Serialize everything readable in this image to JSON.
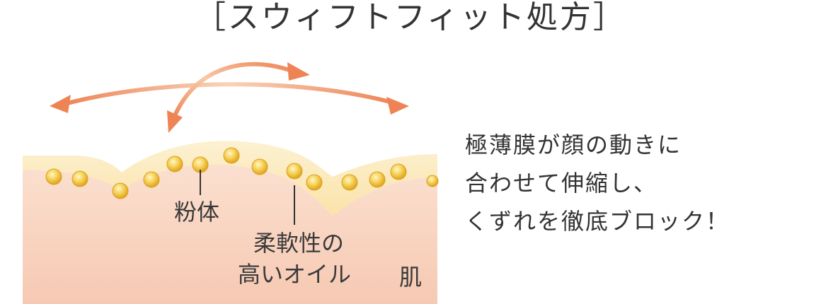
{
  "title": "［スウィフトフィット処方］",
  "labels": {
    "powder": "粉体",
    "oil_line1": "柔軟性の",
    "oil_line2": "高いオイル",
    "skin": "肌"
  },
  "description": {
    "lines": [
      "極薄膜が顔の動きに",
      "合わせて伸縮し、",
      "くずれを徹底ブロック！"
    ]
  },
  "colors": {
    "skin": "#f8d3c0",
    "oil_layer": "#fbe8b8",
    "particle": "#f0c23a",
    "arrow": "#ef8a5a",
    "text": "#333333"
  }
}
